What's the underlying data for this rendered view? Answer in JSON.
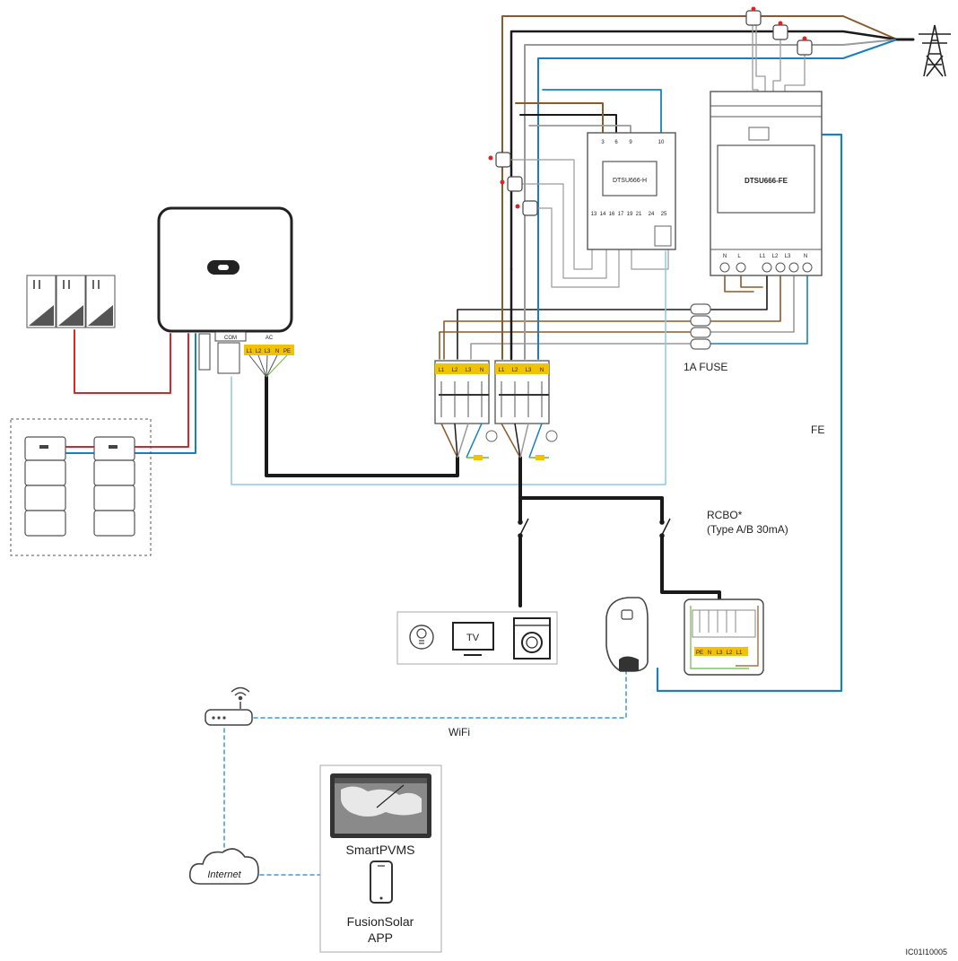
{
  "labels": {
    "fuse": "1A FUSE",
    "fe": "FE",
    "rcbo_line1": "RCBO*",
    "rcbo_line2": "(Type A/B 30mA)",
    "wifi": "WiFi",
    "internet": "Internet",
    "smartpvms": "SmartPVMS",
    "fusionsolar_line1": "FusionSolar",
    "fusionsolar_line2": "APP",
    "figure_id": "IC01I10005",
    "tv": "TV",
    "com": "COM",
    "ac": "AC",
    "meter1_model": "DTSU666-H",
    "meter2_model": "DTSU666-FE"
  },
  "meter1": {
    "top_terminals": [
      "3",
      "6",
      "9",
      "10"
    ],
    "bottom_terminals": [
      "13",
      "14",
      "16",
      "17",
      "19",
      "21",
      "24",
      "25"
    ]
  },
  "meter2": {
    "bottom_terminals": [
      "N",
      "L",
      "L1",
      "L2",
      "L3",
      "N"
    ]
  },
  "breaker_terminals": [
    "L1",
    "L2",
    "L3",
    "N"
  ],
  "inverter_ac_terminals": [
    "L1",
    "L2",
    "L3",
    "N",
    "PE"
  ],
  "ev_terminals": [
    "PE",
    "N",
    "L3",
    "L2",
    "L1"
  ],
  "colors": {
    "line_red": "#d9262b",
    "line_blue": "#1a7fc1",
    "line_black": "#1a1a1a",
    "line_brown": "#8b5a2b",
    "line_grey": "#9a9a9a",
    "terminal_yellow": "#f2c200",
    "wifi_dash": "#3a9ad9"
  }
}
